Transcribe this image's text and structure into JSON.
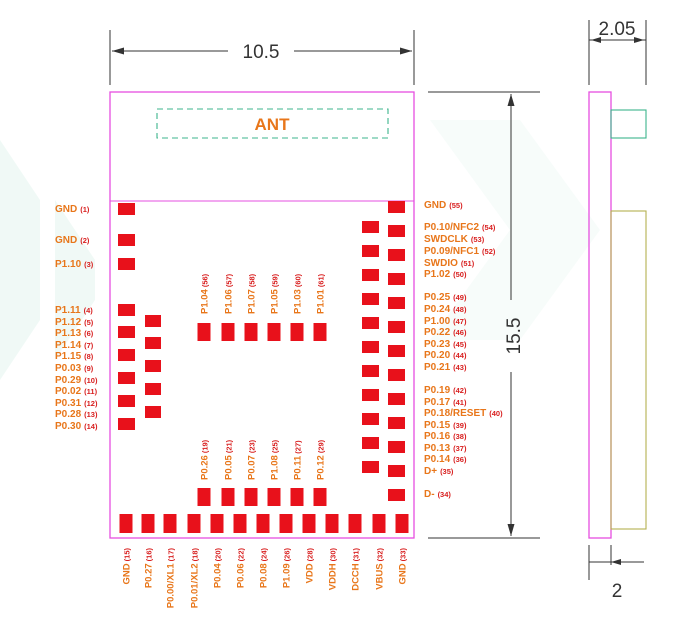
{
  "colors": {
    "outline": "#E64FE0",
    "pad": "#E8111B",
    "label": "#E8761A",
    "pin_number": "#D81E1E",
    "antenna_dash": "#3DB58C",
    "connector": "#3DB58C",
    "side_strip": "#B5B050",
    "dimension": "#333333",
    "watermark": "#E4F5EF"
  },
  "antenna": {
    "label": "ANT"
  },
  "dimensions": {
    "width": "10.5",
    "height": "15.5",
    "thickness": "2.05",
    "side_width": "2"
  },
  "left_pins": [
    {
      "name": "GND",
      "num": "(1)"
    },
    {
      "name": "GND",
      "num": "(2)"
    },
    {
      "name": "P1.10",
      "num": "(3)"
    },
    {
      "name": "P1.11",
      "num": "(4)"
    },
    {
      "name": "P1.12",
      "num": "(5)"
    },
    {
      "name": "P1.13",
      "num": "(6)"
    },
    {
      "name": "P1.14",
      "num": "(7)"
    },
    {
      "name": "P1.15",
      "num": "(8)"
    },
    {
      "name": "P0.03",
      "num": "(9)"
    },
    {
      "name": "P0.29",
      "num": "(10)"
    },
    {
      "name": "P0.02",
      "num": "(11)"
    },
    {
      "name": "P0.31",
      "num": "(12)"
    },
    {
      "name": "P0.28",
      "num": "(13)"
    },
    {
      "name": "P0.30",
      "num": "(14)"
    }
  ],
  "right_pins": [
    {
      "name": "GND",
      "num": "(55)"
    },
    {
      "name": "P0.10/NFC2",
      "num": "(54)"
    },
    {
      "name": "SWDCLK",
      "num": "(53)"
    },
    {
      "name": "P0.09/NFC1",
      "num": "(52)"
    },
    {
      "name": "SWDIO",
      "num": "(51)"
    },
    {
      "name": "P1.02",
      "num": "(50)"
    },
    {
      "name": "P0.25",
      "num": "(49)"
    },
    {
      "name": "P0.24",
      "num": "(48)"
    },
    {
      "name": "P1.00",
      "num": "(47)"
    },
    {
      "name": "P0.22",
      "num": "(46)"
    },
    {
      "name": "P0.23",
      "num": "(45)"
    },
    {
      "name": "P0.20",
      "num": "(44)"
    },
    {
      "name": "P0.21",
      "num": "(43)"
    },
    {
      "name": "P0.19",
      "num": "(42)"
    },
    {
      "name": "P0.17",
      "num": "(41)"
    },
    {
      "name": "P0.18/RESET",
      "num": "(40)"
    },
    {
      "name": "P0.15",
      "num": "(39)"
    },
    {
      "name": "P0.16",
      "num": "(38)"
    },
    {
      "name": "P0.13",
      "num": "(37)"
    },
    {
      "name": "P0.14",
      "num": "(36)"
    },
    {
      "name": "D+",
      "num": "(35)"
    },
    {
      "name": "D-",
      "num": "(34)"
    }
  ],
  "bottom_pins": [
    {
      "name": "GND",
      "num": "(15)"
    },
    {
      "name": "P0.27",
      "num": "(16)"
    },
    {
      "name": "P0.00/XL1",
      "num": "(17)"
    },
    {
      "name": "P0.01/XL2",
      "num": "(18)"
    },
    {
      "name": "P0.04",
      "num": "(20)"
    },
    {
      "name": "P0.06",
      "num": "(22)"
    },
    {
      "name": "P0.08",
      "num": "(24)"
    },
    {
      "name": "P1.09",
      "num": "(26)"
    },
    {
      "name": "VDD",
      "num": "(28)"
    },
    {
      "name": "VDDH",
      "num": "(30)"
    },
    {
      "name": "DCCH",
      "num": "(31)"
    },
    {
      "name": "VBUS",
      "num": "(32)"
    },
    {
      "name": "GND",
      "num": "(33)"
    }
  ],
  "inner_top_pins": [
    {
      "name": "P1.04",
      "num": "(56)"
    },
    {
      "name": "P1.06",
      "num": "(57)"
    },
    {
      "name": "P1.07",
      "num": "(58)"
    },
    {
      "name": "P1.05",
      "num": "(59)"
    },
    {
      "name": "P1.03",
      "num": "(60)"
    },
    {
      "name": "P1.01",
      "num": "(61)"
    }
  ],
  "inner_bottom_pins": [
    {
      "name": "P0.26",
      "num": "(19)"
    },
    {
      "name": "P0.05",
      "num": "(21)"
    },
    {
      "name": "P0.07",
      "num": "(23)"
    },
    {
      "name": "P1.08",
      "num": "(25)"
    },
    {
      "name": "P0.11",
      "num": "(27)"
    },
    {
      "name": "P0.12",
      "num": "(29)"
    }
  ]
}
